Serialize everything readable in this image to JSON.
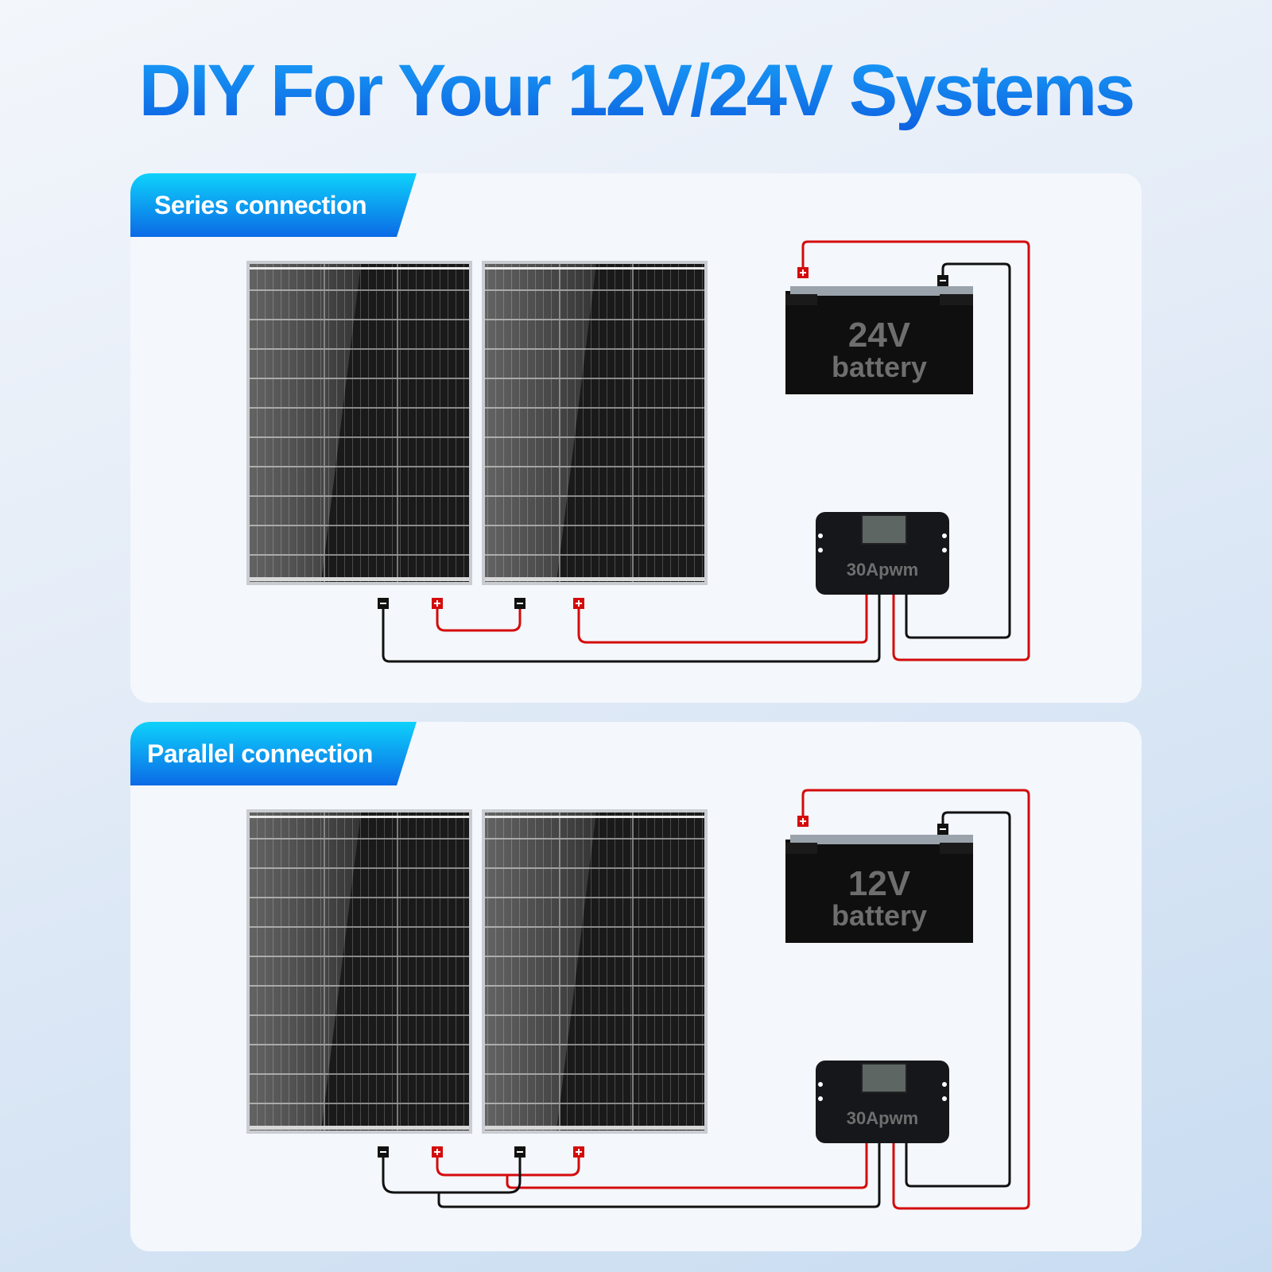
{
  "title": "DIY For Your 12V/24V Systems",
  "colors": {
    "title_gradient_top": "#1aa0f8",
    "title_gradient_bottom": "#0c5fe0",
    "tag_gradient_top": "#0ed2fb",
    "tag_gradient_bottom": "#0b6ae6",
    "positive_wire": "#d40b0b",
    "negative_wire": "#111111",
    "card_bg": "#f4f7fc",
    "page_bg_bottom": "#c8dcf1"
  },
  "sections": [
    {
      "label": "Series connection",
      "battery": {
        "voltage": "24V",
        "text": "battery",
        "terminals": [
          "+",
          "−"
        ]
      },
      "controller": {
        "label": "30Apwm"
      },
      "panels": [
        {
          "name": "solar-panel-1"
        },
        {
          "name": "solar-panel-2"
        }
      ],
      "panel_terminals": [
        "−",
        "+",
        "−",
        "+"
      ]
    },
    {
      "label": "Parallel connection",
      "battery": {
        "voltage": "12V",
        "text": "battery",
        "terminals": [
          "+",
          "−"
        ]
      },
      "controller": {
        "label": "30Apwm"
      },
      "panels": [
        {
          "name": "solar-panel-1"
        },
        {
          "name": "solar-panel-2"
        }
      ],
      "panel_terminals": [
        "−",
        "+",
        "−",
        "+"
      ]
    }
  ]
}
